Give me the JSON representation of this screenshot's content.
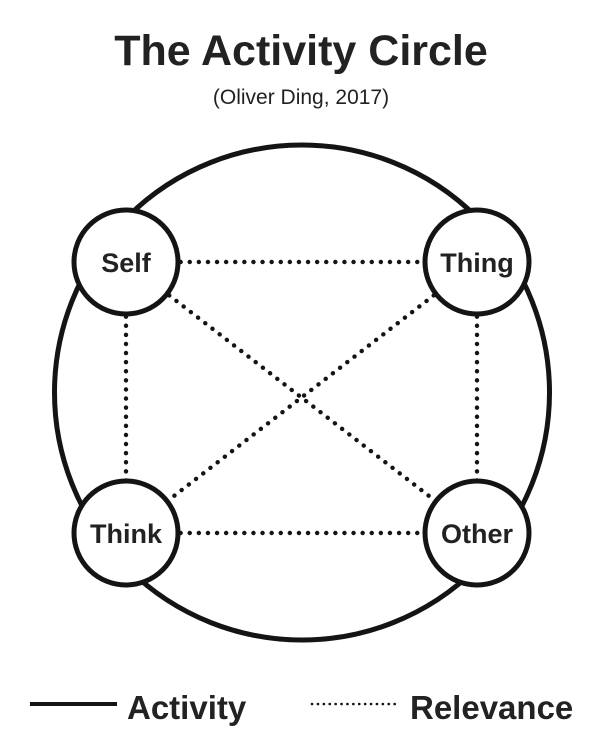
{
  "title": "The Activity Circle",
  "subtitle": "(Oliver Ding, 2017)",
  "colors": {
    "background": "#ffffff",
    "line": "#141414",
    "text": "#222222",
    "node_fill": "#ffffff"
  },
  "diagram": {
    "outer_circle_meaning": "Activity",
    "nodes": [
      {
        "id": "self",
        "label": "Self",
        "position": "top-left"
      },
      {
        "id": "thing",
        "label": "Thing",
        "position": "top-right"
      },
      {
        "id": "think",
        "label": "Think",
        "position": "bottom-left"
      },
      {
        "id": "other",
        "label": "Other",
        "position": "bottom-right"
      }
    ],
    "relevance_connections": [
      [
        "Self",
        "Thing"
      ],
      [
        "Think",
        "Other"
      ],
      [
        "Self",
        "Think"
      ],
      [
        "Thing",
        "Other"
      ],
      [
        "Self",
        "Other"
      ],
      [
        "Thing",
        "Think"
      ]
    ]
  },
  "legend": [
    {
      "swatch": "solid-line",
      "label": "Activity"
    },
    {
      "swatch": "dotted-line",
      "label": "Relevance"
    }
  ]
}
